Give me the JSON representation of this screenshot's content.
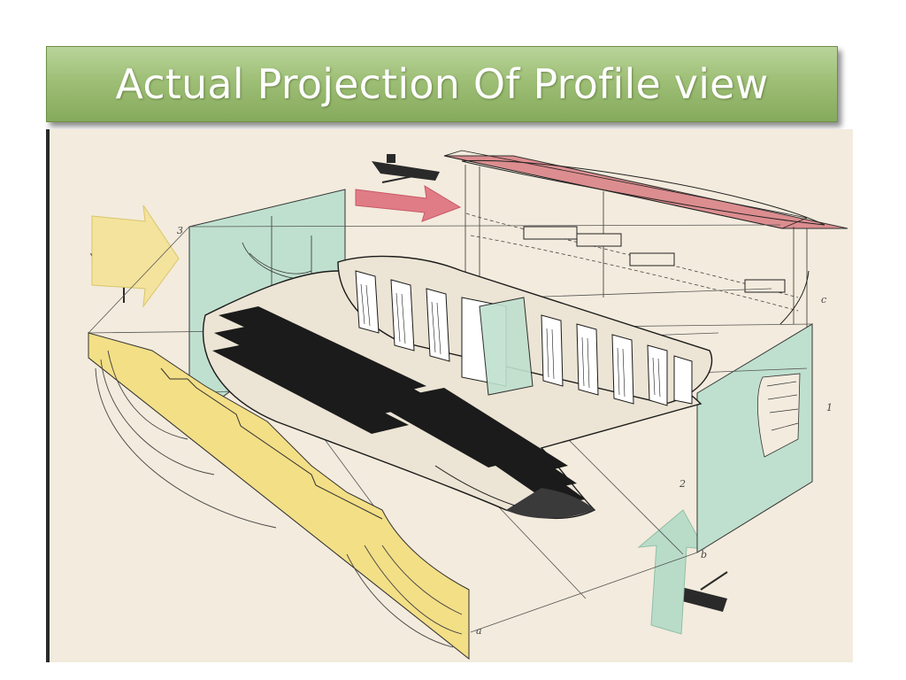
{
  "slide": {
    "title": "Actual Projection Of Profile view"
  },
  "figure": {
    "labels": {
      "a": "a",
      "b": "b",
      "c": "c",
      "n1": "1",
      "n2": "2",
      "n3": "3"
    },
    "colors": {
      "paper": "#f3ebdd",
      "title_green": "#9ebf76",
      "profile_plane": "#f3df86",
      "body_plane": "#bfe0cf",
      "plan_plane": "#dc8d8f",
      "arrow_yellow": "#f4e39d",
      "arrow_red": "#e07c86",
      "arrow_green": "#b9dcc9",
      "hull_ink": "#1b1b1b"
    }
  }
}
